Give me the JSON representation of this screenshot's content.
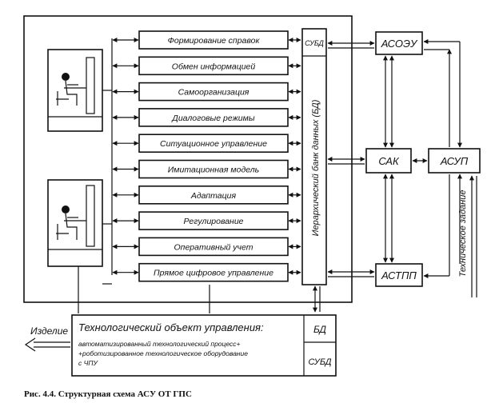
{
  "modules": [
    "Формирование справок",
    "Обмен информацией",
    "Самоорганизация",
    "Диалоговые режимы",
    "Ситуационное управление",
    "Имитационная модель",
    "Адаптация",
    "Регулирование",
    "Оперативный учет",
    "Прямое цифровое управление"
  ],
  "database": {
    "subd": "СУБД",
    "bank_label": "Иерархический банк данных (БД)"
  },
  "systems": {
    "asoeu": "АСОЭУ",
    "sak": "САК",
    "asup": "АСУП",
    "astpp": "АСТПП"
  },
  "tech_task": "Техническое задание",
  "object": {
    "title": "Технологический объект управления:",
    "desc": [
      "автоматизированный технологический процесс+",
      "+роботизированное технологическое оборудование",
      "с ЧПУ"
    ],
    "bd": "БД",
    "subd": "СУБД"
  },
  "product": "Изделие",
  "caption": "Рис. 4.4. Структурная схема АСУ ОТ ГПС"
}
